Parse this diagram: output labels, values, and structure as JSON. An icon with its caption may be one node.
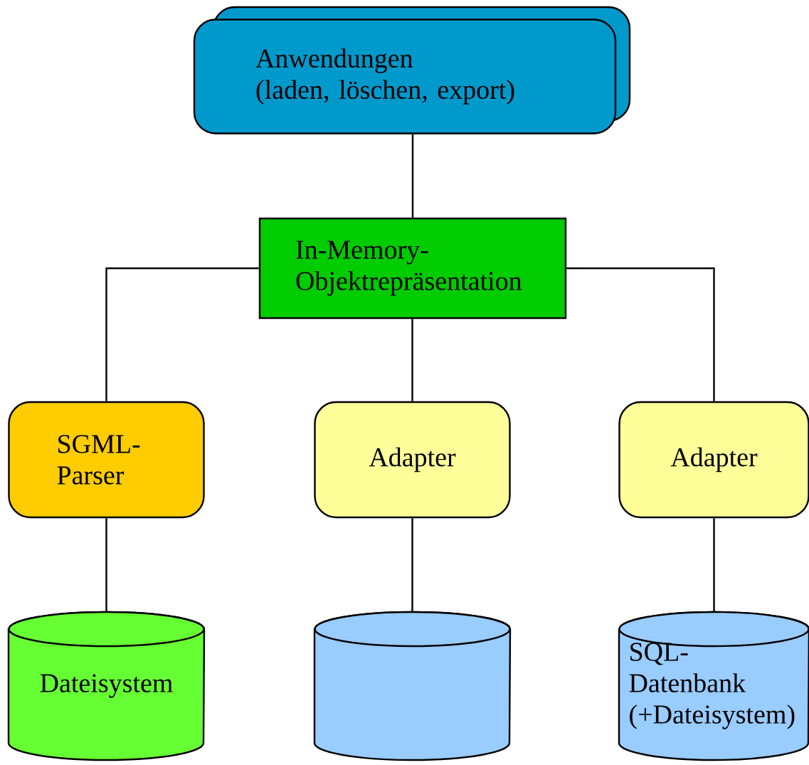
{
  "diagram": {
    "nodes": [
      {
        "text": [
          "Anwendungen",
          "(laden, löschen, export)"
        ]
      },
      {
        "text": [
          "In-Memory- Objektrepräsentation"
        ]
      },
      {
        "text": [
          "SGML- Parser"
        ]
      },
      {
        "text": [
          "Adapter"
        ]
      },
      {
        "text": [
          "Adapter"
        ]
      },
      {
        "text": [
          "Dateisystem"
        ]
      },
      {
        "text": [],
        "shape": "cylinder"
      },
      {
        "text": [
          "SQL- Datenbank (+Dateisystem)"
        ]
      }
    ],
    "edges": [
      {
        "from": 0,
        "to": 1,
        "arrow": "none"
      },
      {
        "from": 1,
        "to": 2,
        "arrow": "none"
      },
      {
        "from": 1,
        "to": 3,
        "arrow": "none"
      },
      {
        "from": 1,
        "to": 4,
        "arrow": "none"
      },
      {
        "from": 2,
        "to": 5,
        "arrow": "none"
      },
      {
        "from": 3,
        "to": 6,
        "arrow": "none"
      },
      {
        "from": 4,
        "to": 7,
        "arrow": "none"
      }
    ]
  }
}
